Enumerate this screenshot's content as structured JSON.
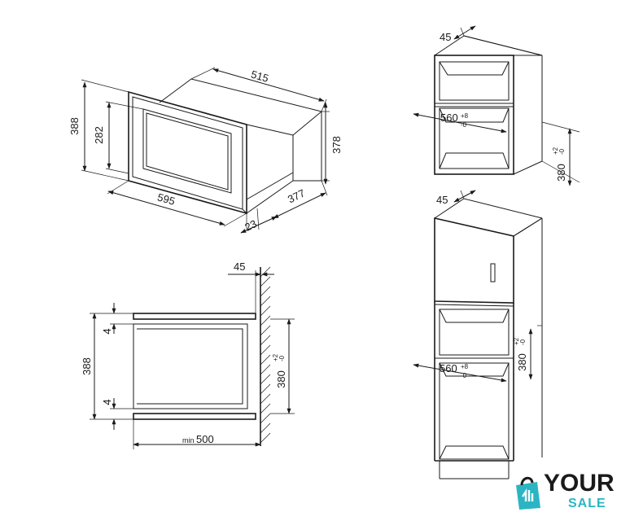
{
  "front_view": {
    "dim_width": "595",
    "dim_depth": "515",
    "dim_height_outer": "388",
    "dim_height_inner": "282",
    "dim_height_body": "378",
    "dim_depth_body": "377",
    "dim_frame": "23"
  },
  "cabinet_top": {
    "dim_offset": "45",
    "dim_width": "560",
    "dim_width_tol": "+8",
    "dim_width_tol_low": "-0",
    "dim_height": "380",
    "dim_height_tol": "+2",
    "dim_height_tol_low": "-0"
  },
  "side_section": {
    "dim_offset": "45",
    "dim_gap_top": "4",
    "dim_gap_bottom": "4",
    "dim_height": "388",
    "dim_opening": "380",
    "dim_opening_tol": "+2",
    "dim_opening_tol_low": "-0",
    "dim_min_prefix": "min",
    "dim_min_value": "500"
  },
  "cabinet_tall": {
    "dim_offset": "45",
    "dim_width": "560",
    "dim_width_tol": "+8",
    "dim_width_tol_low": "-0",
    "dim_height": "380",
    "dim_height_tol": "+2",
    "dim_height_tol_low": "-0"
  },
  "logo": {
    "word1": "YOUR",
    "word2": "SALE",
    "accent_color": "#2bb5c3"
  }
}
